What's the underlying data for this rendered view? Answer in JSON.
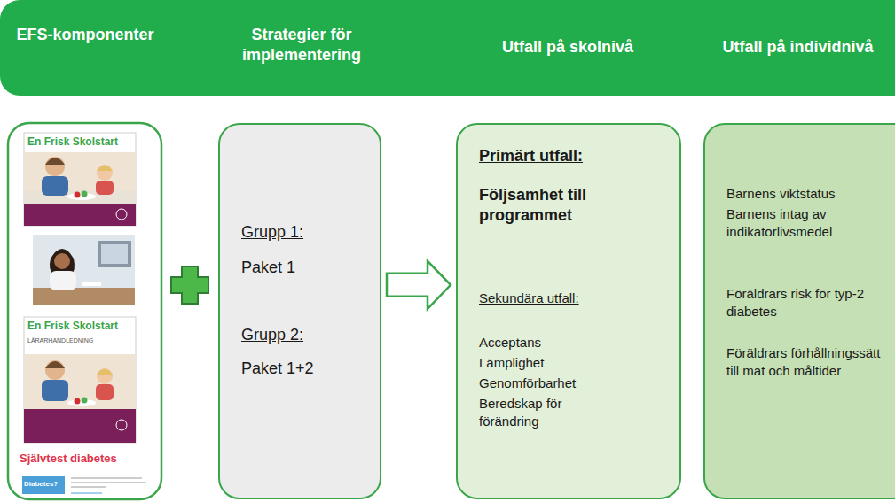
{
  "diagram": {
    "nodes": [
      {
        "text": [
          "EFS-komponenter",
          "Strategier för implementering",
          "Utfall på skolnivå",
          "Utfall på individnivå"
        ]
      },
      {
        "text": [
          "En Frisk Skolstart",
          "En Frisk Skolstart",
          "LÄRARHANDLEDNING",
          "Självtest diabetes",
          "Diabetes?"
        ]
      },
      {
        "text": [
          "Grupp 1:",
          "Paket 1",
          "Grupp 2:",
          "Paket 1+2"
        ]
      },
      {
        "text": [
          "Primärt utfall:",
          "Följsamhet till programmet",
          "Sekundära utfall:",
          "Acceptans",
          "Lämplighet",
          "Genomförbarhet",
          "Beredskap för förändring"
        ]
      },
      {
        "text": [
          "Barnens viktstatus",
          "Barnens intag av indikatorlivsmedel",
          "Föräldrars risk för typ-2 diabetes",
          "Föräldrars förhållningssätt till mat och måltider"
        ]
      }
    ],
    "edges": [
      {
        "from": 2,
        "to": 3,
        "arrow": "to"
      }
    ]
  }
}
